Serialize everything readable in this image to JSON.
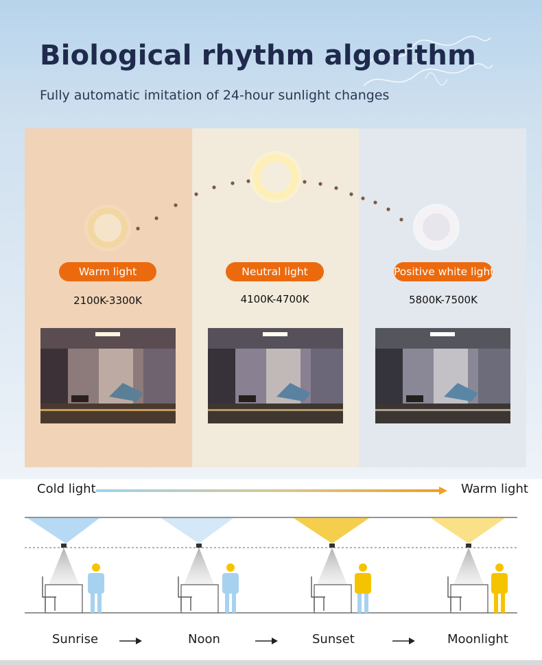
{
  "header": {
    "title": "Biological rhythm algorithm",
    "subtitle": "Fully automatic imitation of 24-hour sunlight changes"
  },
  "modes": [
    {
      "label": "Warm light",
      "range": "2100K-3300K",
      "panel_color": "#f1d3b8",
      "ring_color": "#f6d9a8"
    },
    {
      "label": "Neutral light",
      "range": "4100K-4700K",
      "panel_color": "#f2eadb",
      "ring_color": "#fff0b8"
    },
    {
      "label": "Positive white light",
      "range": "5800K-7500K",
      "panel_color": "#e3e8ef",
      "ring_color": "#f4eef2"
    }
  ],
  "scale": {
    "left_label": "Cold light",
    "right_label": "Warm light",
    "gradient_start": "#9fd3f0",
    "gradient_end": "#f0a020"
  },
  "phases": [
    {
      "label": "Sunrise",
      "beam_color": "#a9d4f2",
      "person_color": "#a6d2f0"
    },
    {
      "label": "Noon",
      "beam_color": "#cfe6f6",
      "person_color": "#a6d2f0"
    },
    {
      "label": "Sunset",
      "beam_color": "#f5c93a",
      "person_color": "#f5c400"
    },
    {
      "label": "Moonlight",
      "beam_color": "#f9dd7a",
      "person_color": "#f5c400"
    }
  ],
  "colors": {
    "accent": "#ec6a0e",
    "title": "#1f2a4d"
  }
}
